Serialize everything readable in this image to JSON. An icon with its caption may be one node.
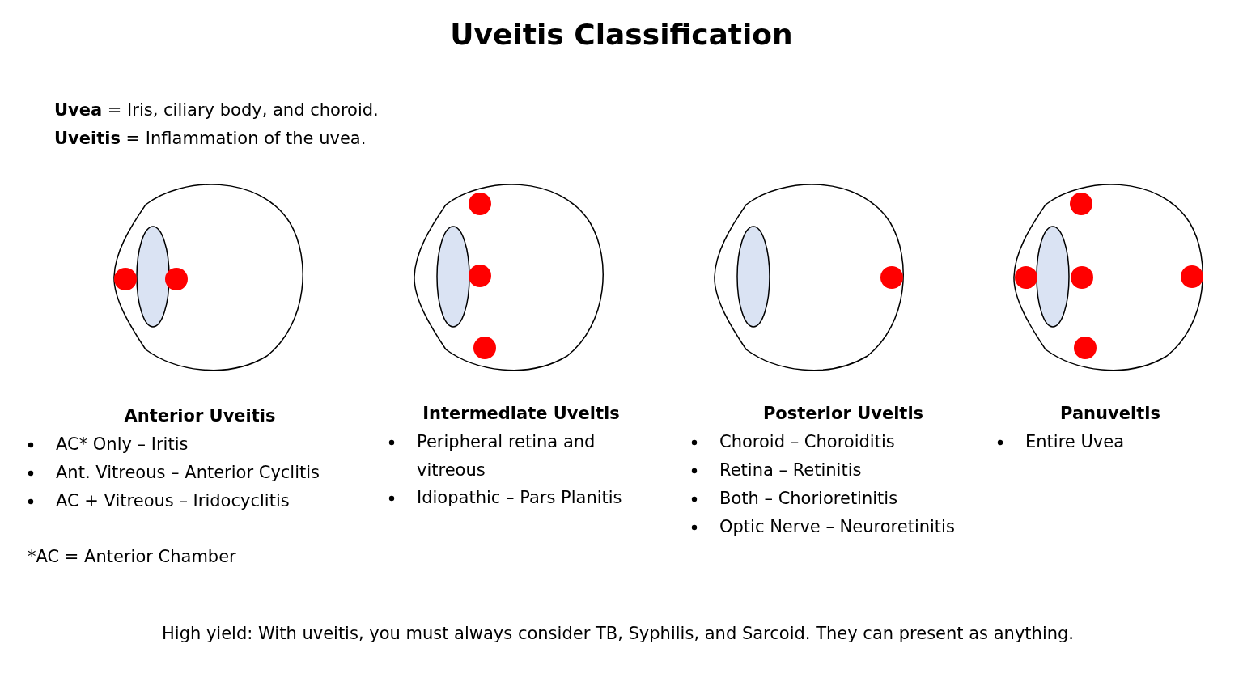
{
  "diagram": {
    "title": "Uveitis Classification",
    "labels": [
      "**Uvea** = Iris, ciliary body, and choroid.",
      "**Uveitis** = Inflammation of the uvea.",
      "Anterior Uveitis",
      "AC* Only – Iritis",
      "Ant. Vitreous – Anterior Cyclitis",
      "AC + Vitreous – Iridocyclitis",
      "*AC = Anterior Chamber",
      "Intermediate Uveitis",
      "Peripheral retina and vitreous",
      "Idiopathic – Pars Planitis",
      "Posterior Uveitis",
      "Choroid – Choroiditis",
      "Retina – Retinitis",
      "Both – Chorioretinitis",
      "Optic Nerve – Neuroretinitis",
      "Panuveitis",
      "Entire Uvea",
      "High yield: With uveitis, you must always consider TB, Syphilis, and Sarcoid. They can present as anything."
    ]
  }
}
